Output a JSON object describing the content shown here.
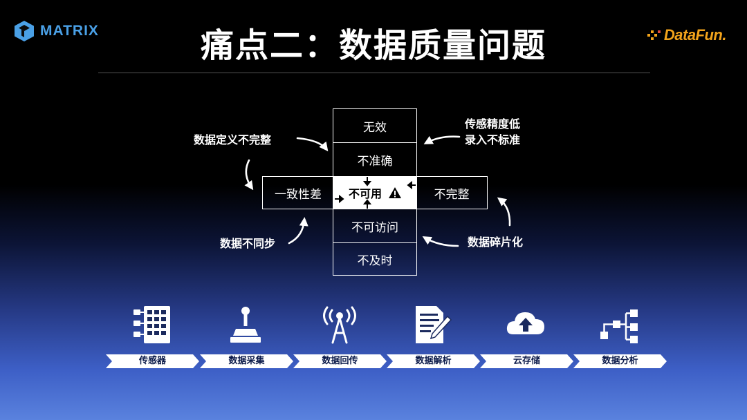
{
  "header": {
    "logo_left": "MATRIX",
    "logo_right": "DataFun.",
    "title": "痛点二：数据质量问题"
  },
  "grid": {
    "top1": "无效",
    "top2": "不准确",
    "left": "一致性差",
    "center": "不可用",
    "right": "不完整",
    "bottom1": "不可访问",
    "bottom2": "不及时"
  },
  "causes": {
    "top_left": "数据定义不完整",
    "top_right_line1": "传感精度低",
    "top_right_line2": "录入不标准",
    "bottom_left": "数据不同步",
    "bottom_right": "数据碎片化"
  },
  "pipeline": [
    {
      "label": "传感器",
      "icon": "sensor-grid-icon"
    },
    {
      "label": "数据采集",
      "icon": "joystick-icon"
    },
    {
      "label": "数据回传",
      "icon": "antenna-tower-icon"
    },
    {
      "label": "数据解析",
      "icon": "document-pen-icon"
    },
    {
      "label": "云存储",
      "icon": "cloud-upload-icon"
    },
    {
      "label": "数据分析",
      "icon": "flow-diagram-icon"
    }
  ],
  "colors": {
    "matrix_blue": "#4aa0e6",
    "datafun_orange": "#f2a31b",
    "bg_top": "#000000",
    "bg_bottom": "#5a82de"
  }
}
